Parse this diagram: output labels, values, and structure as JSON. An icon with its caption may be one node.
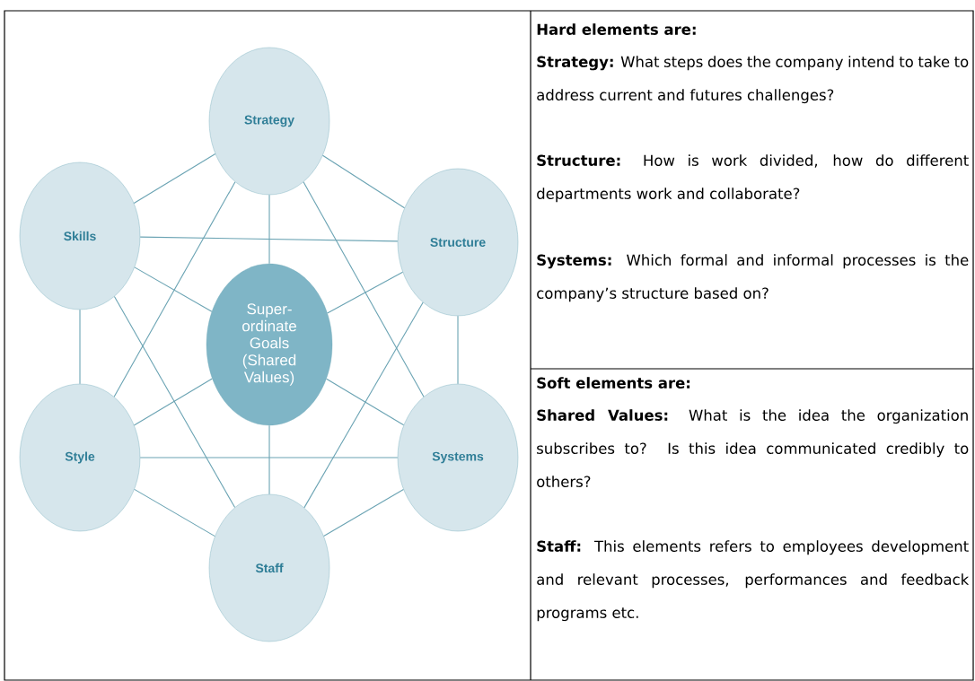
{
  "diagram": {
    "nodes": [
      {
        "text": [
          "Strategy"
        ]
      },
      {
        "text": [
          "Skills"
        ]
      },
      {
        "text": [
          "Structure"
        ]
      },
      {
        "text": [
          "Super- ordinate Goals (Shared Values)"
        ]
      },
      {
        "text": [
          "Style"
        ]
      },
      {
        "text": [
          "Systems"
        ]
      },
      {
        "text": [
          "Staff"
        ]
      }
    ],
    "edges": [
      {
        "from": 0,
        "to": 1,
        "arrow": "none"
      },
      {
        "from": 0,
        "to": 2,
        "arrow": "none"
      },
      {
        "from": 0,
        "to": 3,
        "arrow": "none"
      },
      {
        "from": 0,
        "to": 4,
        "arrow": "none"
      },
      {
        "from": 0,
        "to": 5,
        "arrow": "none"
      },
      {
        "from": 1,
        "to": 2,
        "arrow": "none"
      },
      {
        "from": 1,
        "to": 3,
        "arrow": "none"
      },
      {
        "from": 1,
        "to": 4,
        "arrow": "none"
      },
      {
        "from": 1,
        "to": 6,
        "arrow": "none"
      },
      {
        "from": 2,
        "to": 3,
        "arrow": "none"
      },
      {
        "from": 2,
        "to": 5,
        "arrow": "none"
      },
      {
        "from": 2,
        "to": 6,
        "arrow": "none"
      },
      {
        "from": 3,
        "to": 4,
        "arrow": "none"
      },
      {
        "from": 3,
        "to": 5,
        "arrow": "none"
      },
      {
        "from": 3,
        "to": 6,
        "arrow": "none"
      },
      {
        "from": 4,
        "to": 5,
        "arrow": "none"
      },
      {
        "from": 4,
        "to": 6,
        "arrow": "none"
      },
      {
        "from": 5,
        "to": 6,
        "arrow": "none"
      }
    ],
    "labels": [
      "Hard elements are:",
      "**Strategy:** What steps does the company intend to take to address current and futures challenges?",
      "**Structure:** How is work divided, how do different departments work and collaborate?",
      "**Systems:** Which formal and informal processes is the company’s structure based on?",
      "Soft elements are:",
      "**Shared Values:** What is the idea the organization subscribes to? Is this idea communicated credibly to others?",
      "**Staff:** This elements refers to employees development and relevant processes, performances and feedback programs etc."
    ]
  }
}
